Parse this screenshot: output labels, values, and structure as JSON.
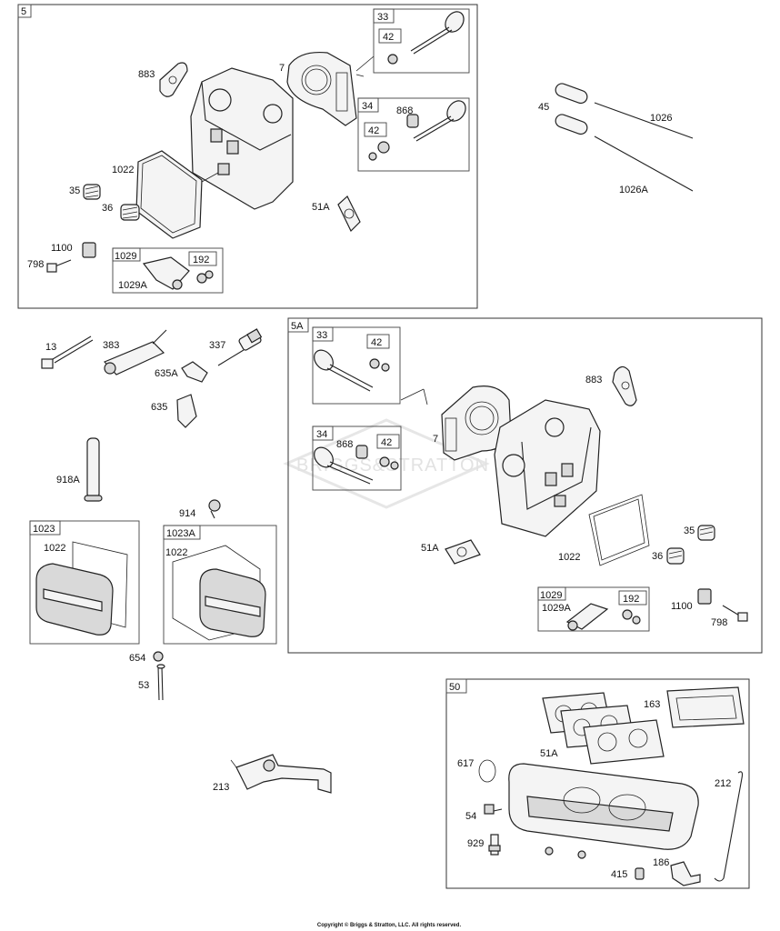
{
  "sections": {
    "s5": "5",
    "s5a": "5A",
    "s50": "50"
  },
  "labels": {
    "a883": "883",
    "a7": "7",
    "a33": "33",
    "a42a": "42",
    "a34": "34",
    "a868": "868",
    "a42b": "42",
    "a1022": "1022",
    "a35": "35",
    "a36": "36",
    "a51A": "51A",
    "a1100": "1100",
    "a798": "798",
    "a1029": "1029",
    "a1029A": "1029A",
    "a192": "192",
    "b45": "45",
    "b1026": "1026",
    "b1026A": "1026A",
    "c13": "13",
    "c383": "383",
    "c337": "337",
    "c635A": "635A",
    "c635": "635",
    "c918A": "918A",
    "c914": "914",
    "c1023": "1023",
    "c1022a": "1022",
    "c1023A": "1023A",
    "c1022b": "1022",
    "c654": "654",
    "c53": "53",
    "c213": "213",
    "d33": "33",
    "d42a": "42",
    "d883": "883",
    "d7": "7",
    "d34": "34",
    "d868": "868",
    "d42b": "42",
    "d51A": "51A",
    "d1022": "1022",
    "d35": "35",
    "d36": "36",
    "d1029": "1029",
    "d1029A": "1029A",
    "d192": "192",
    "d1100": "1100",
    "d798": "798",
    "e163": "163",
    "e617": "617",
    "e51A": "51A",
    "e212": "212",
    "e54": "54",
    "e929": "929",
    "e186": "186",
    "e415": "415"
  },
  "watermark": "BRIGGS&STRATTON",
  "copyright": "Copyright © Briggs & Stratton, LLC. All rights reserved."
}
